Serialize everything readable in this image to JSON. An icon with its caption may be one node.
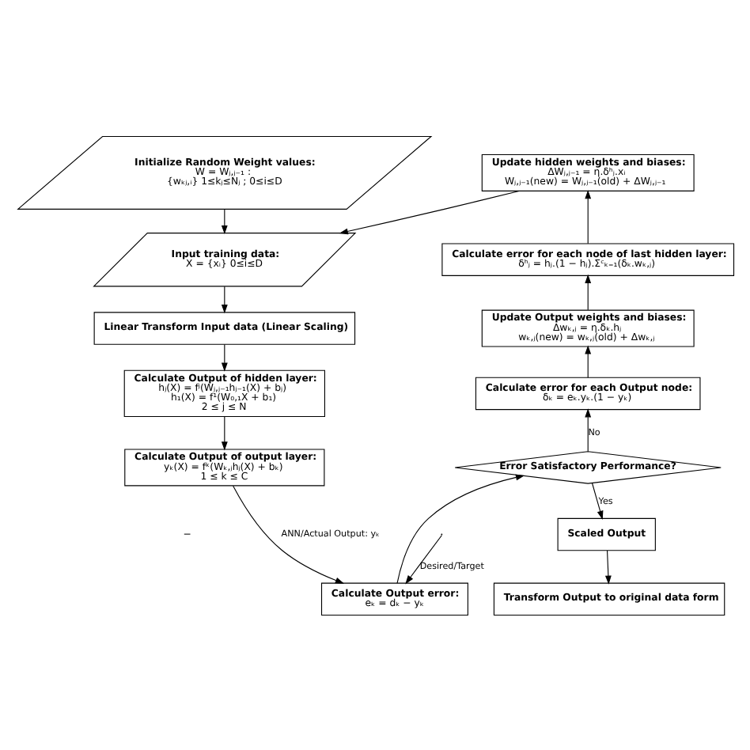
{
  "diagram": {
    "nodes": [
      {
        "text": [
          "Initialize Random Weight values:",
          "W = Wⱼ,ⱼ₋₁ :",
          "{wₖⱼ,ᵢ} 1≤kⱼ≤Nⱼ ; 0≤i≤D"
        ]
      },
      {
        "text": [
          "Input training data:",
          "X = {xᵢ} 0≤i≤D"
        ]
      },
      {
        "text": [
          "Linear Transform Input data (Linear Scaling)"
        ]
      },
      {
        "text": [
          "Calculate Output of hidden layer:",
          "hⱼ(X) = fʲ(Wⱼ,ⱼ₋₁hⱼ₋₁(X) + bⱼ)",
          "h₁(X) = f¹(W₀,₁X + b₁)",
          "2 ≤ j ≤ N"
        ]
      },
      {
        "text": [
          "Calculate Output of output layer:",
          "yₖ(X) = fᵏ(Wₖ,ⱼhⱼ(X) + bₖ)",
          "1 ≤ k ≤ C"
        ]
      },
      {
        "text": [
          "Calculate Output error:",
          "eₖ = dₖ − yₖ"
        ]
      },
      {
        "text": [
          "Error Satisfactory Performance?"
        ]
      },
      {
        "text": [
          "Calculate error for each Output node:",
          "δₖ = eₖ.yₖ.(1 − yₖ)"
        ]
      },
      {
        "text": [
          "Update Output weights and biases:",
          "Δwₖ,ⱼ = η.δₖ.hⱼ",
          "wₖ,ⱼ(new) = wₖ,ⱼ(old) + Δwₖ,ⱼ"
        ]
      },
      {
        "text": [
          "Calculate error for each node of last hidden layer:",
          "δʰⱼ = hⱼ.(1 − hⱼ).Σᶜₖ₌₁(δₖ.wₖ,ⱼ)"
        ]
      },
      {
        "text": [
          "Update hidden weights and biases:",
          "ΔWⱼ,ⱼ₋₁ = η.δʰⱼ.xᵢ",
          "Wⱼ,ⱼ₋₁(new) = Wⱼ,ⱼ₋₁(old) + ΔWⱼ,ⱼ₋₁"
        ]
      },
      {
        "text": [
          "Scaled Output"
        ]
      },
      {
        "text": [
          "Transform Output to original data form"
        ]
      }
    ],
    "edges": [
      {
        "from": 0,
        "to": 1,
        "arrow": "to"
      },
      {
        "from": 1,
        "to": 2,
        "arrow": "to"
      },
      {
        "from": 2,
        "to": 3,
        "arrow": "to"
      },
      {
        "from": 3,
        "to": 4,
        "arrow": "to"
      },
      {
        "from": 4,
        "to": 5,
        "arrow": "to",
        "label": "ANN/Actual Output: yₖ"
      },
      {
        "from": null,
        "to": 5,
        "arrow": "to",
        "label": "Desired/Target"
      },
      {
        "from": 5,
        "to": 6,
        "arrow": "to"
      },
      {
        "from": 6,
        "to": 7,
        "arrow": "to",
        "label": "No"
      },
      {
        "from": 7,
        "to": 8,
        "arrow": "to"
      },
      {
        "from": 8,
        "to": 9,
        "arrow": "to"
      },
      {
        "from": 9,
        "to": 10,
        "arrow": "to"
      },
      {
        "from": 10,
        "to": 1,
        "arrow": "to"
      },
      {
        "from": 6,
        "to": 11,
        "arrow": "to",
        "label": "Yes"
      },
      {
        "from": 11,
        "to": 12,
        "arrow": "to"
      }
    ],
    "labels": [
      "−"
    ]
  }
}
